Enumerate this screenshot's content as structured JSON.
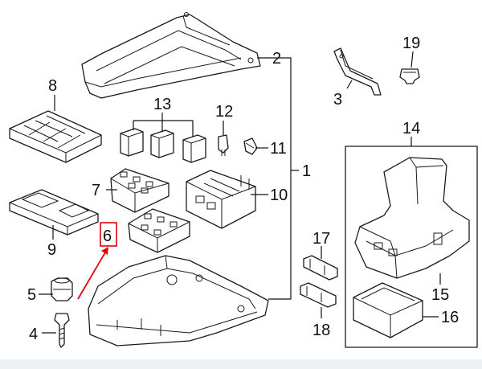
{
  "colors": {
    "highlight": "#e3000f",
    "line": "#1a1a1a",
    "background": "#ffffff",
    "footer": "#eef1f4"
  },
  "callouts": {
    "n1": "1",
    "n2": "2",
    "n3": "3",
    "n4": "4",
    "n5": "5",
    "n6": "6",
    "n7": "7",
    "n8": "8",
    "n9": "9",
    "n10": "10",
    "n11": "11",
    "n12": "12",
    "n13": "13",
    "n14": "14",
    "n15": "15",
    "n16": "16",
    "n17": "17",
    "n18": "18",
    "n19": "19"
  },
  "highlighted_callout": "6"
}
